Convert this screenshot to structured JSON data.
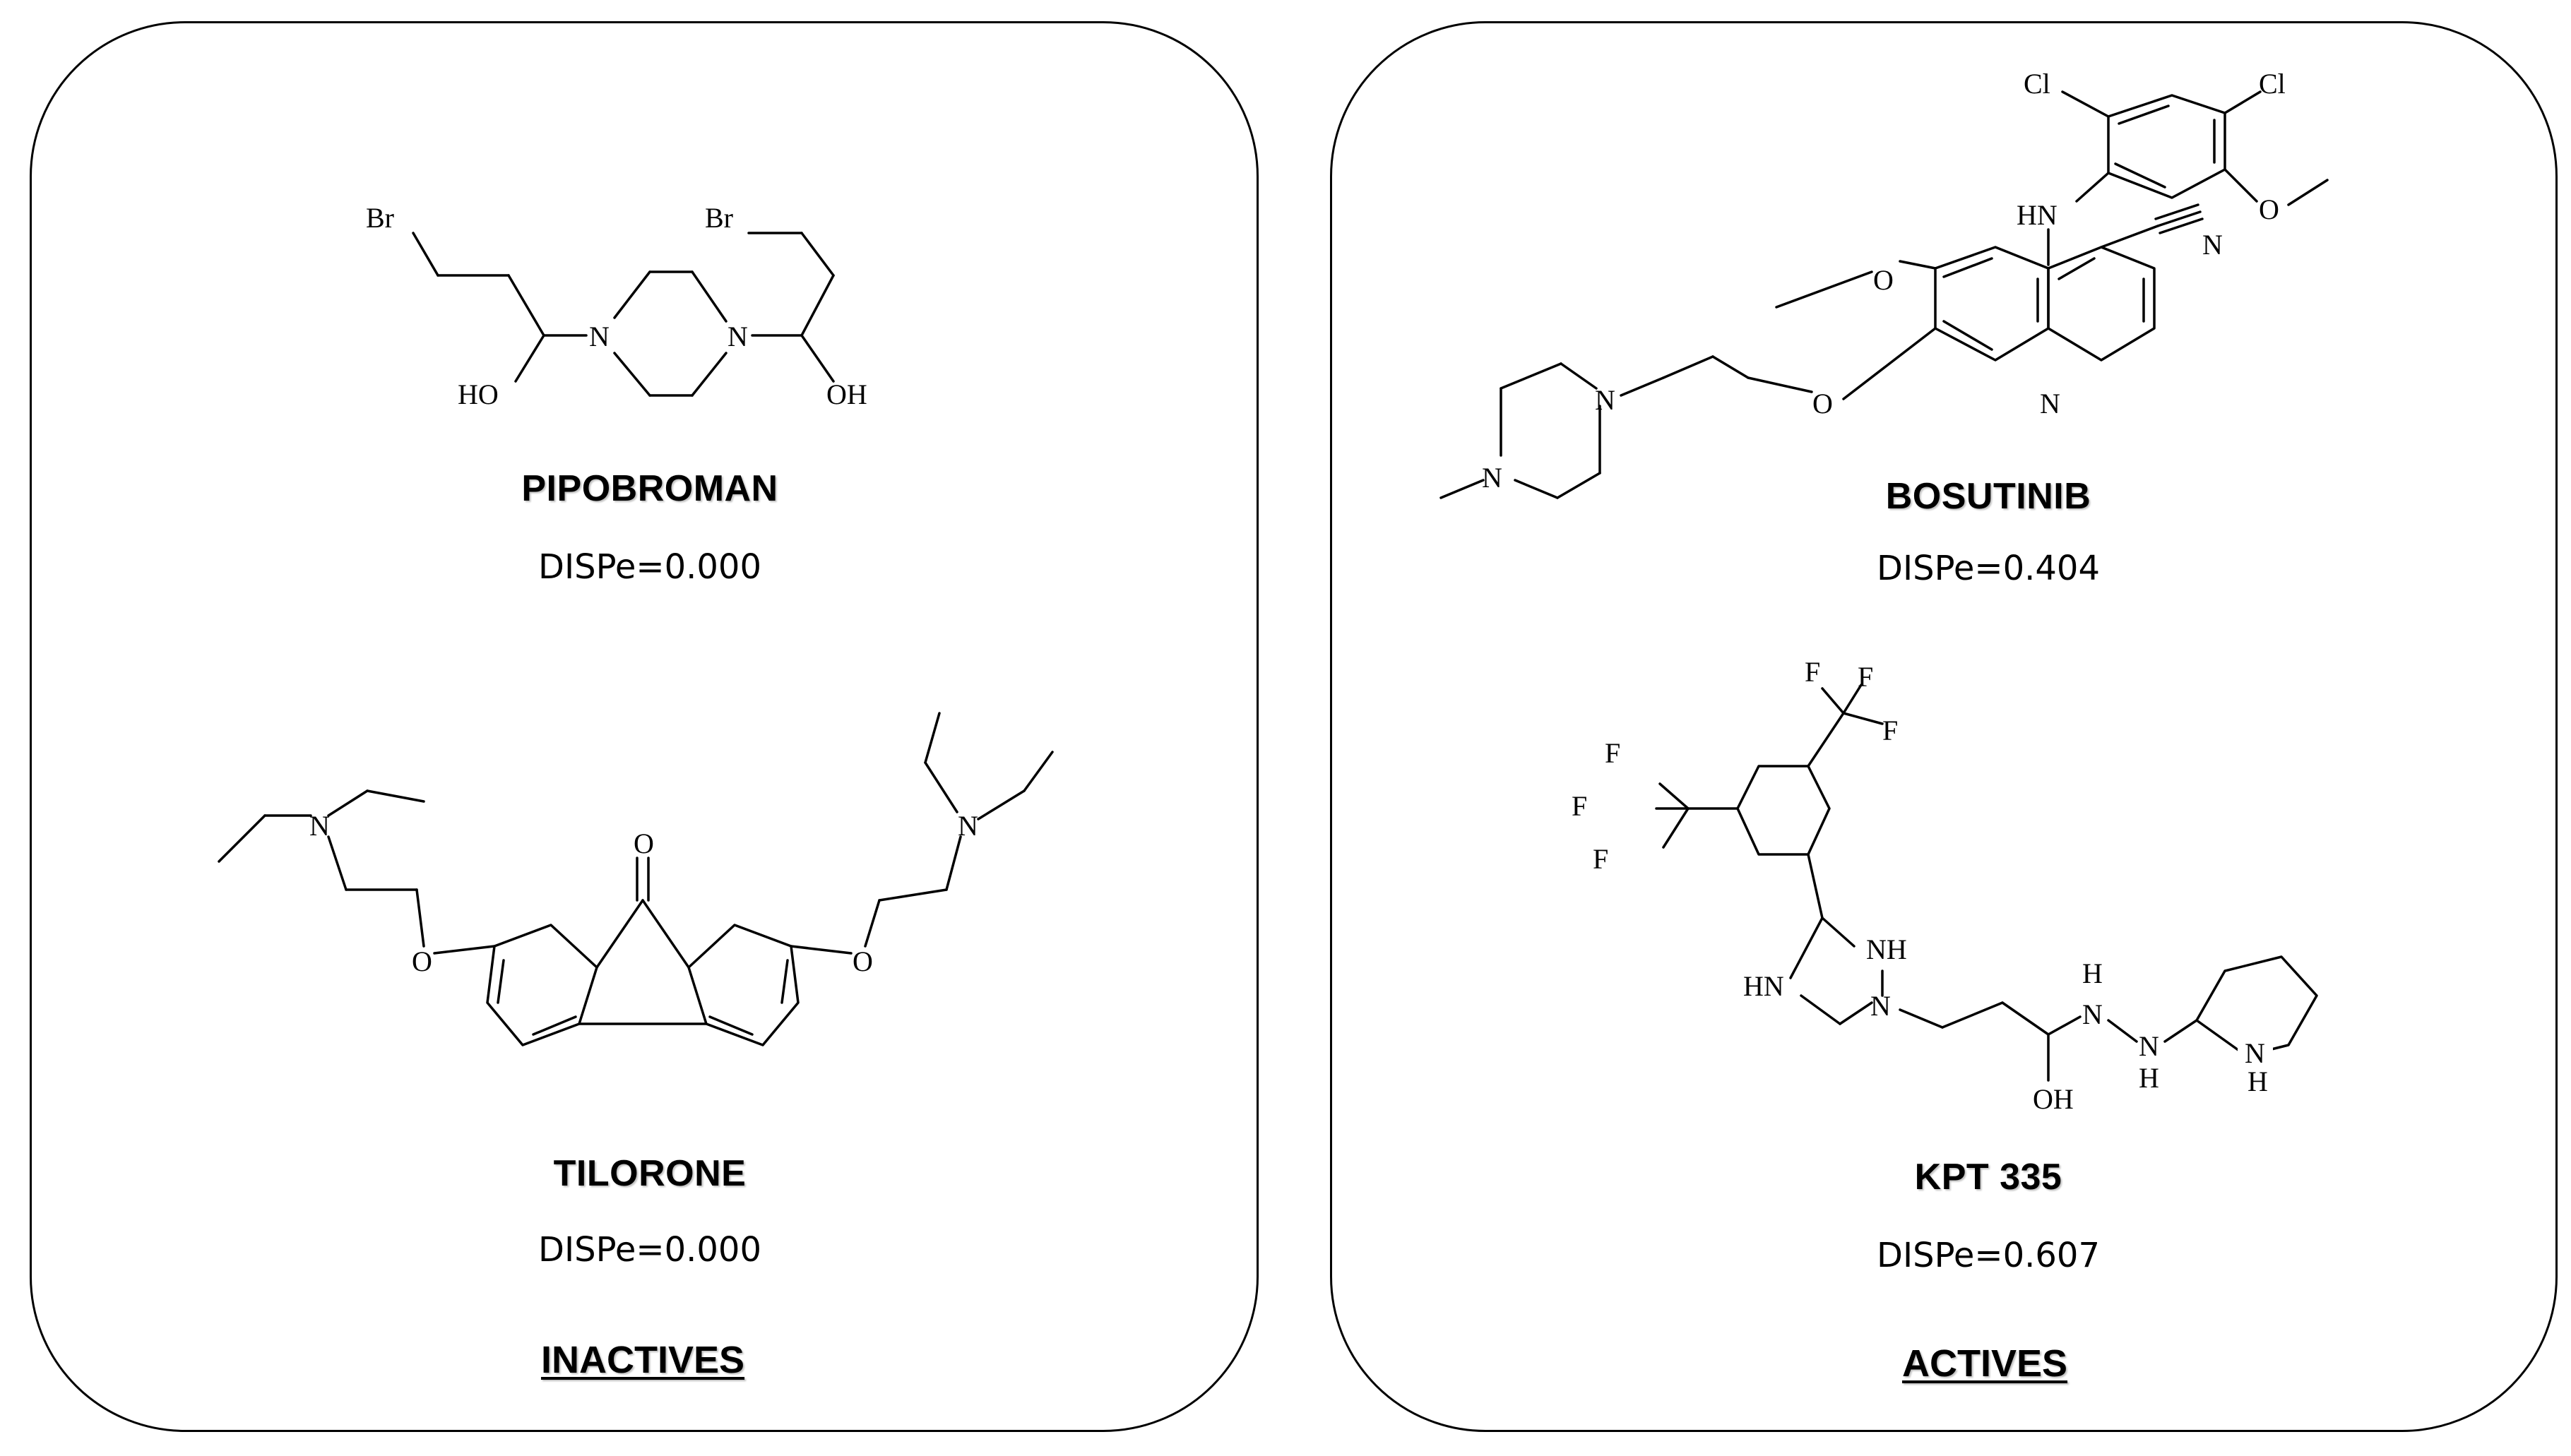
{
  "panels": [
    {
      "group_label": "INACTIVES",
      "compounds": [
        {
          "name": "PIPOBROMAN",
          "disp": "DISPe=0.000",
          "atoms": {
            "br1": "Br",
            "br2": "Br",
            "n1": "N",
            "n2": "N",
            "oh1": "HO",
            "oh2": "OH"
          }
        },
        {
          "name": "TILORONE",
          "disp": "DISPe=0.000",
          "atoms": {
            "o_keto": "O",
            "o1": "O",
            "o2": "O",
            "n1": "N",
            "n2": "N"
          }
        }
      ]
    },
    {
      "group_label": "ACTIVES",
      "compounds": [
        {
          "name": "BOSUTINIB",
          "disp": "DISPe=0.404",
          "atoms": {
            "cl1": "Cl",
            "cl2": "Cl",
            "hn": "HN",
            "o_ome": "O",
            "o_me": "O",
            "o_link": "O",
            "n_cn": "N",
            "n_ring": "N",
            "n_pip1": "N",
            "n_pip2": "N"
          }
        },
        {
          "name": "KPT 335",
          "disp": "DISPe=0.607",
          "atoms": {
            "f1": "F",
            "f2": "F",
            "f3": "F",
            "f4": "F",
            "f5": "F",
            "f6": "F",
            "nh1": "NH",
            "hn": "HN",
            "n_ring": "N",
            "h_a": "H",
            "n_a": "N",
            "n_b": "N",
            "h_b": "H",
            "oh": "OH",
            "n_pip": "N",
            "h_pip": "H"
          }
        }
      ]
    }
  ]
}
